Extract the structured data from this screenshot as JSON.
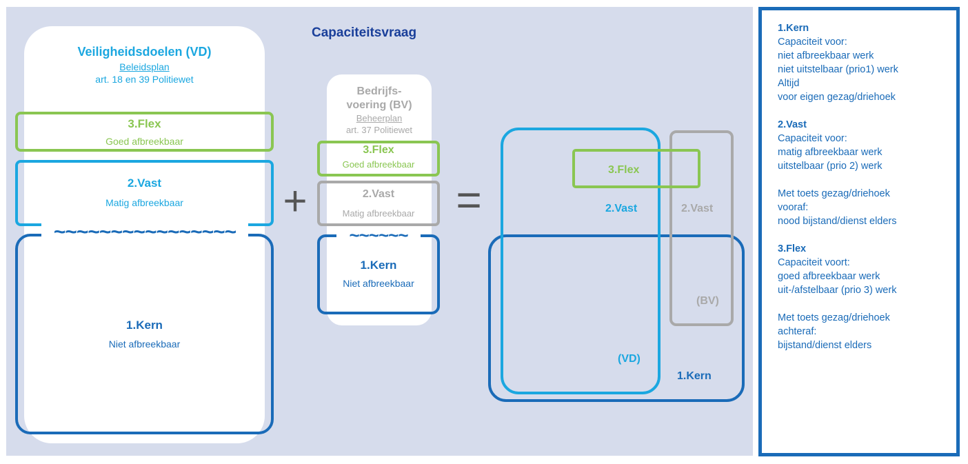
{
  "title": "Capaciteitsvraag",
  "vd": {
    "title": "Veiligheidsdoelen (VD)",
    "link": "Beleidsplan",
    "sub": "art. 18 en 39 Politiewet",
    "flex_title": "3.Flex",
    "flex_sub": "Goed afbreekbaar",
    "vast_title": "2.Vast",
    "vast_sub": "Matig afbreekbaar",
    "wave": "~~~~~~~~~~~~~~~~",
    "kern_title": "1.Kern",
    "kern_sub": "Niet afbreekbaar"
  },
  "plus": "+",
  "bv": {
    "title_line1": "Bedrijfs-",
    "title_line2": "voering (BV)",
    "link": "Beheerplan",
    "sub": "art. 37 Politiewet",
    "flex_title": "3.Flex",
    "flex_sub": "Goed afbreekbaar",
    "vast_title": "2.Vast",
    "vast_sub": "Matig afbreekbaar",
    "wave": "~~~~~~",
    "kern_title": "1.Kern",
    "kern_sub": "Niet afbreekbaar"
  },
  "equals": "=",
  "result": {
    "flex": "3.Flex",
    "vast_vd": "2.Vast",
    "vast_bv": "2.Vast",
    "bv_label": "(BV)",
    "vd_label": "(VD)",
    "kern": "1.Kern"
  },
  "sidebar": {
    "kern": [
      "1.Kern",
      "Capaciteit voor:",
      "niet afbreekbaar werk",
      "niet uitstelbaar (prio1) werk",
      "Altijd",
      "voor eigen gezag/driehoek"
    ],
    "vast": [
      "2.Vast",
      "Capaciteit voor:",
      "matig afbreekbaar werk",
      "uitstelbaar (prio 2) werk"
    ],
    "vast_note": [
      "Met toets gezag/driehoek",
      "vooraf:",
      "nood bijstand/dienst elders"
    ],
    "flex": [
      "3.Flex",
      "Capaciteit voort:",
      "goed afbreekbaar werk",
      "uit-/afstelbaar (prio 3) werk"
    ],
    "flex_note": [
      "Met toets gezag/driehoek",
      "achteraf:",
      "bijstand/dienst elders"
    ]
  },
  "colors": {
    "panel": "#d6dcec",
    "flex": "#8ac652",
    "vast": "#1ba7e0",
    "kern": "#1a6bb8",
    "bv_grey": "#a9a9a9",
    "title": "#1a3f9a"
  }
}
